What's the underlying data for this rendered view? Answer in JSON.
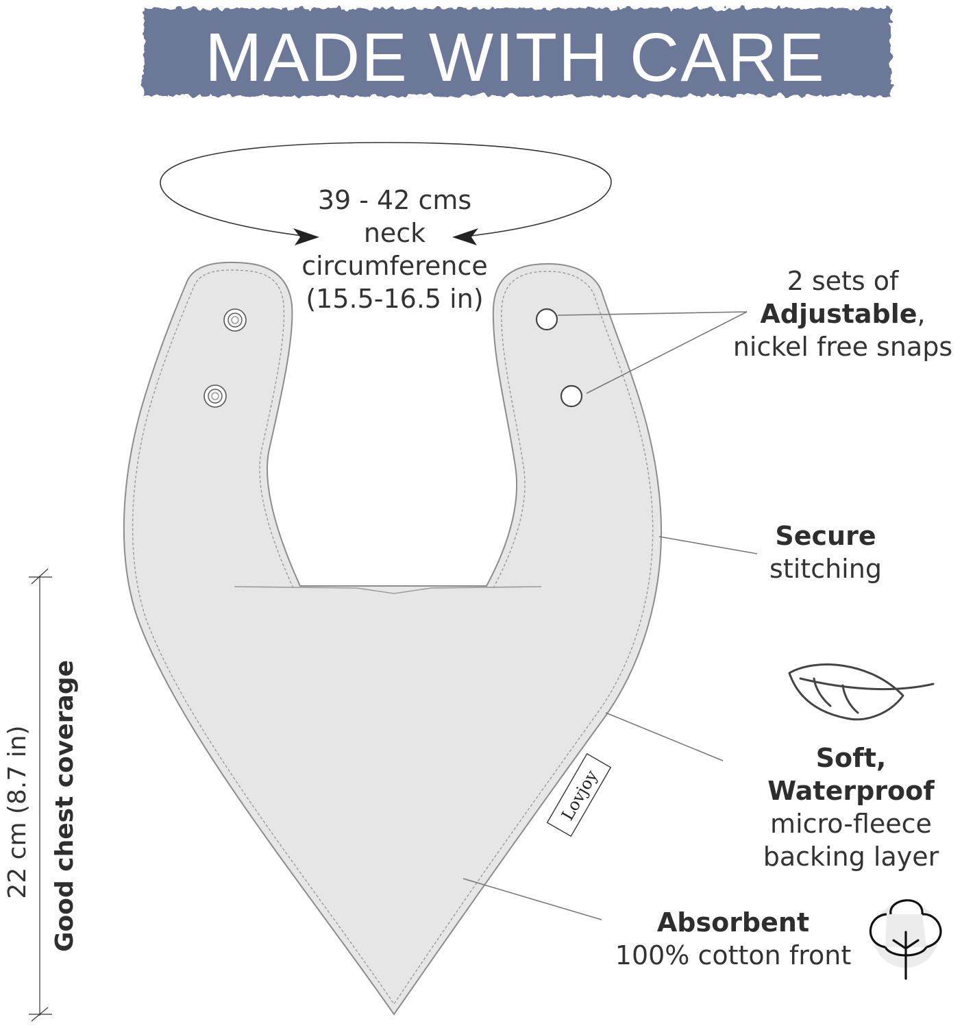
{
  "banner": {
    "title": "MADE WITH CARE",
    "color": "#6c7897"
  },
  "neck": {
    "line1": "39 - 42 cms",
    "line2": "neck",
    "line3": "circumference",
    "line4": "(15.5-16.5 in)"
  },
  "snaps": {
    "line1": "2 sets of",
    "bold": "Adjustable",
    "bold_suffix": ",",
    "line3": "nickel free snaps"
  },
  "stitching": {
    "bold": "Secure",
    "line2": "stitching"
  },
  "backing": {
    "bold": "Soft, Waterproof",
    "line2": "micro-fleece",
    "line3": "backing layer",
    "icon": "leaf-icon"
  },
  "front": {
    "bold": "Absorbent",
    "line2": "100% cotton front",
    "icon": "cotton-flower-icon"
  },
  "coverage": {
    "measure": "22 cm (8.7 in)",
    "title": "Good chest coverage"
  },
  "tag": {
    "brand": "Lovjoy"
  },
  "colors": {
    "bib_fill": "#e6e6e6",
    "bib_outline": "#8c8c8c",
    "stitch": "#9a9a9a",
    "text": "#333333"
  }
}
